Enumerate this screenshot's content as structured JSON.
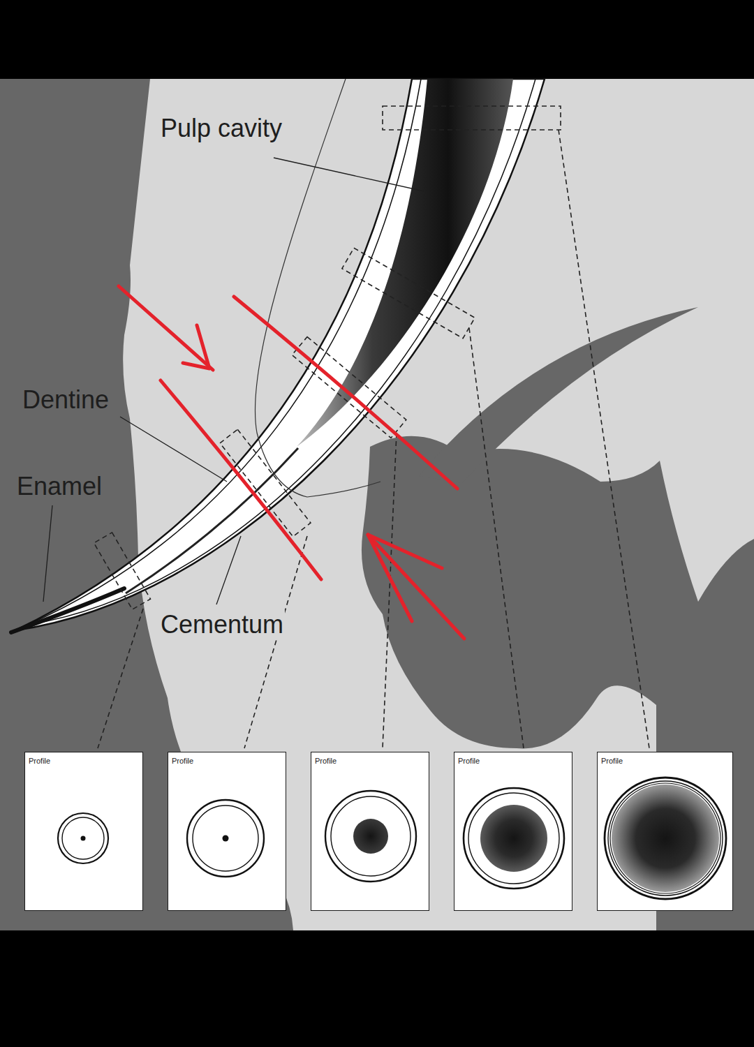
{
  "diagram": {
    "nodes": [
      {
        "text": [
          "Profile"
        ]
      },
      {
        "text": [
          "Profile"
        ]
      },
      {
        "text": [
          "Profile"
        ]
      },
      {
        "text": [
          "Profile"
        ]
      },
      {
        "text": [
          "Profile"
        ]
      }
    ],
    "labels": [
      "Pulp cavity",
      "Dentine",
      "Enamel",
      "Cementum"
    ]
  }
}
